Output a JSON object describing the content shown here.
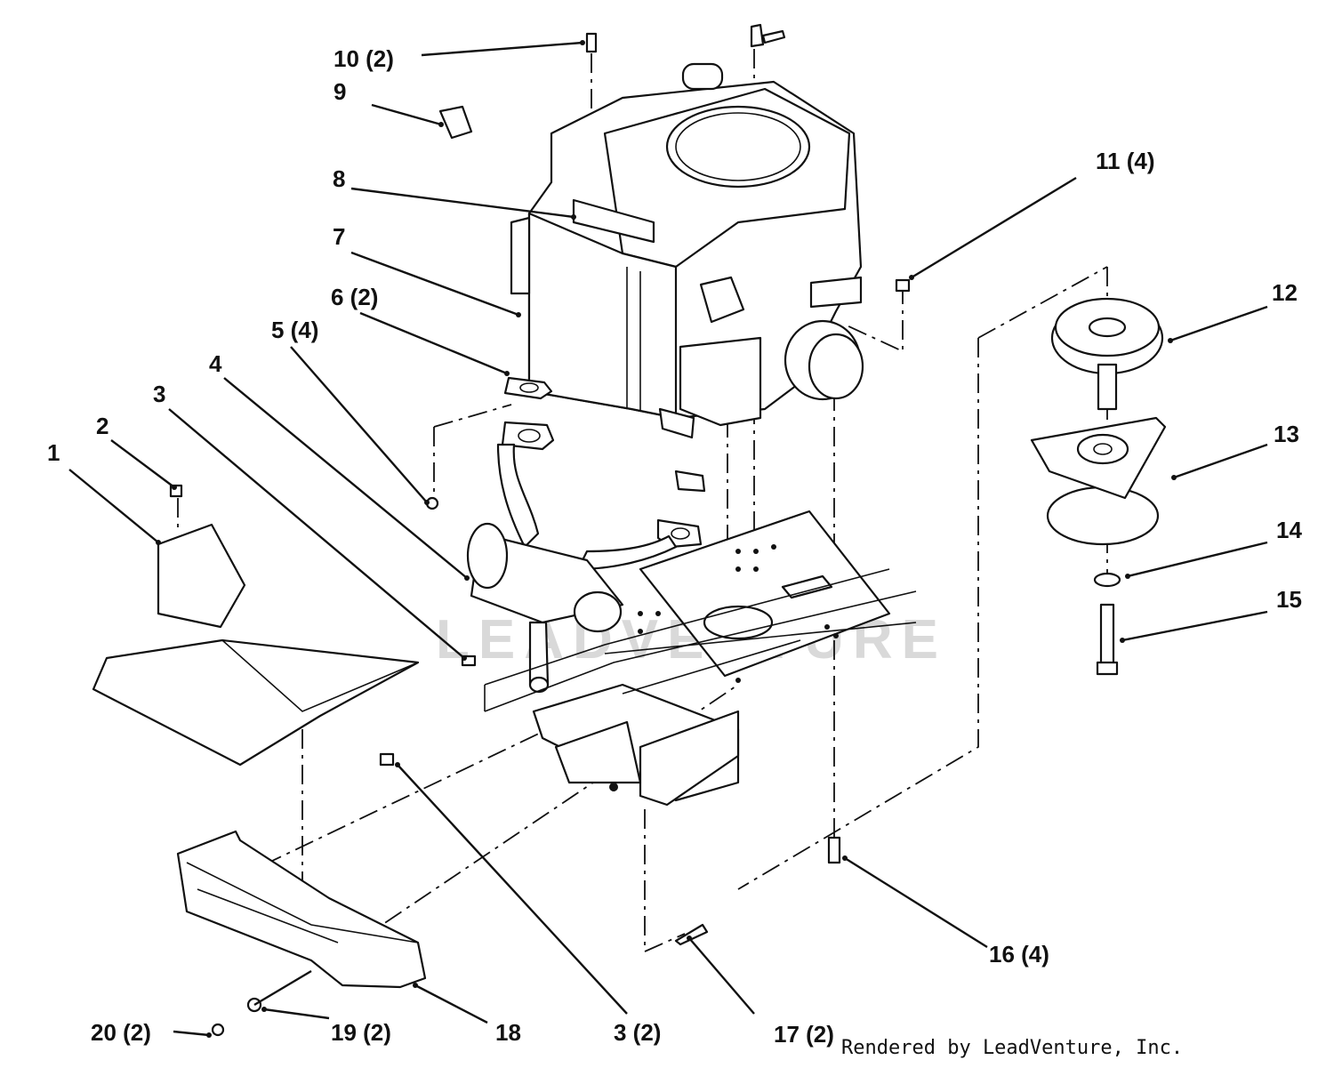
{
  "diagram": {
    "callouts": [
      {
        "id": "c1",
        "text": "1"
      },
      {
        "id": "c2",
        "text": "2"
      },
      {
        "id": "c3",
        "text": "3"
      },
      {
        "id": "c4",
        "text": "4"
      },
      {
        "id": "c5",
        "text": "5 (4)"
      },
      {
        "id": "c6",
        "text": "6 (2)"
      },
      {
        "id": "c7",
        "text": "7"
      },
      {
        "id": "c8",
        "text": "8"
      },
      {
        "id": "c9",
        "text": "9"
      },
      {
        "id": "c10",
        "text": "10 (2)"
      },
      {
        "id": "c11",
        "text": "11 (4)"
      },
      {
        "id": "c12",
        "text": "12"
      },
      {
        "id": "c13",
        "text": "13"
      },
      {
        "id": "c14",
        "text": "14"
      },
      {
        "id": "c15",
        "text": "15"
      },
      {
        "id": "c16",
        "text": "16 (4)"
      },
      {
        "id": "c17",
        "text": "17 (2)"
      },
      {
        "id": "c18",
        "text": "18"
      },
      {
        "id": "c19",
        "text": "19 (2)"
      },
      {
        "id": "c20",
        "text": "20 (2)"
      },
      {
        "id": "c3b",
        "text": "3 (2)"
      }
    ],
    "watermark": "LEADVENTURE",
    "footer": "Rendered by LeadVenture, Inc."
  }
}
